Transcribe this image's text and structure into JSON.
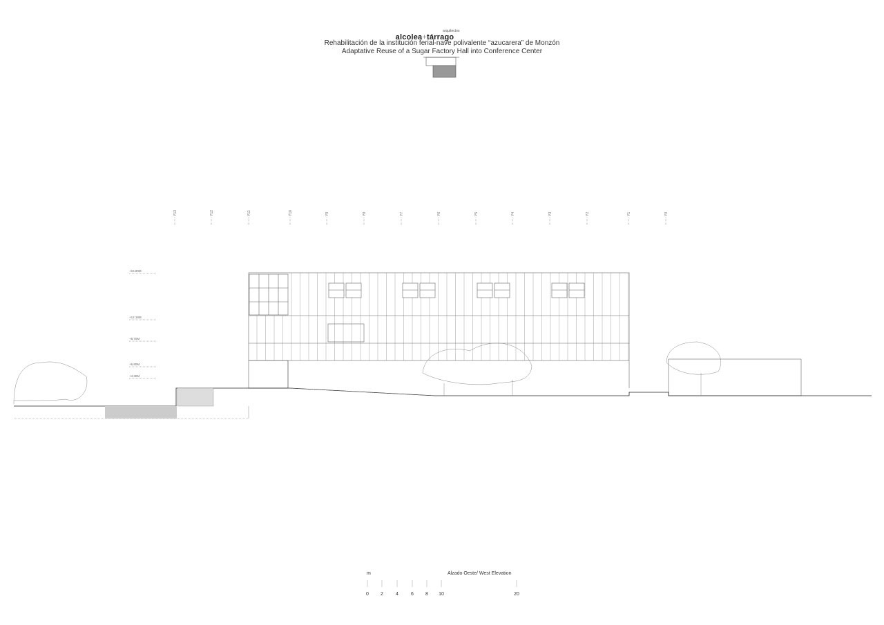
{
  "header": {
    "firm_sub": "arquitectos",
    "firm_a": "alcolea",
    "firm_plus": "+",
    "firm_b": "tárrago",
    "title_es": "Rehabilitación de la institución ferial-nave polivalente “azucarera” de Monzón",
    "title_en": "Adaptative Reuse of a Sugar Factory Hall into Conference Center"
  },
  "grid_axes": [
    "Y13",
    "Y12",
    "Y11",
    "Y10",
    "Y9",
    "Y8",
    "Y7",
    "Y6",
    "Y5",
    "Y4",
    "Y3",
    "Y2",
    "Y1",
    "Y0"
  ],
  "levels": [
    "+15.80M",
    "+12.18M",
    "+8.70M",
    "+5.80M",
    "+4.30M"
  ],
  "scale": {
    "unit": "m",
    "ticks": [
      "0",
      "2",
      "4",
      "6",
      "8",
      "10",
      "20"
    ],
    "drawing_title": "Alzado Oeste/ West Elevation"
  }
}
